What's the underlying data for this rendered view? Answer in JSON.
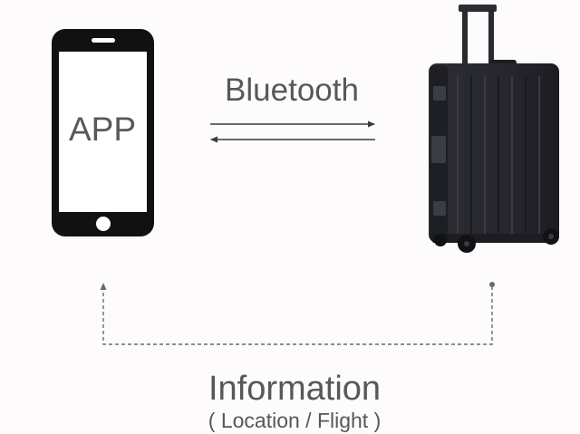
{
  "phone": {
    "screen_text": "APP"
  },
  "link": {
    "label": "Bluetooth"
  },
  "feedback": {
    "title": "Information",
    "subtitle": "( Location / Flight )"
  },
  "colors": {
    "background": "#fdfbfc",
    "phone_body": "#111111",
    "phone_screen": "#ffffff",
    "text": "#585858",
    "arrow": "#3a3a3a",
    "dashed_line": "#6a6a6a",
    "suitcase_body": "#25262c"
  },
  "icons": [
    "smartphone-icon",
    "suitcase-icon"
  ]
}
